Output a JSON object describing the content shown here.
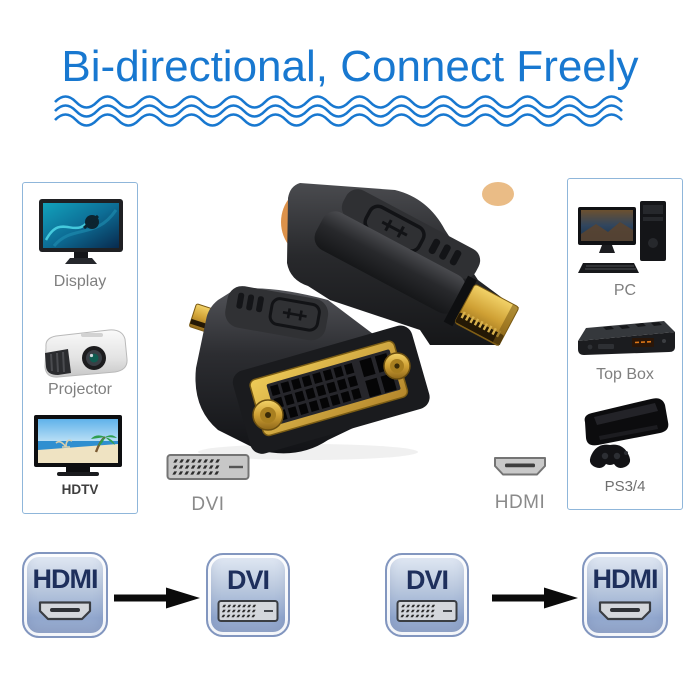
{
  "header": {
    "title": "Bi-directional, Connect Freely",
    "accent_color": "#1878d0"
  },
  "left_panel": {
    "items": [
      {
        "icon": "display-icon",
        "label": "Display"
      },
      {
        "icon": "projector-icon",
        "label": "Projector"
      },
      {
        "icon": "hdtv-icon",
        "label": "HDTV"
      }
    ]
  },
  "right_panel": {
    "items": [
      {
        "icon": "desktop-pc-icon",
        "label": "PC"
      },
      {
        "icon": "set-top-box-icon",
        "label": "Top Box"
      },
      {
        "icon": "game-console-icon",
        "label": "PS3/4"
      }
    ]
  },
  "connector_hints": {
    "dvi": "DVI",
    "hdmi": "HDMI"
  },
  "flows": [
    {
      "from": "HDMI",
      "to": "DVI"
    },
    {
      "from": "DVI",
      "to": "HDMI"
    }
  ],
  "colors": {
    "accent": "#1878d0",
    "label_gray": "#7f7f7f",
    "flow_text": "#1e2f5c",
    "gold": "#cfa034",
    "body_black": "#202124"
  }
}
